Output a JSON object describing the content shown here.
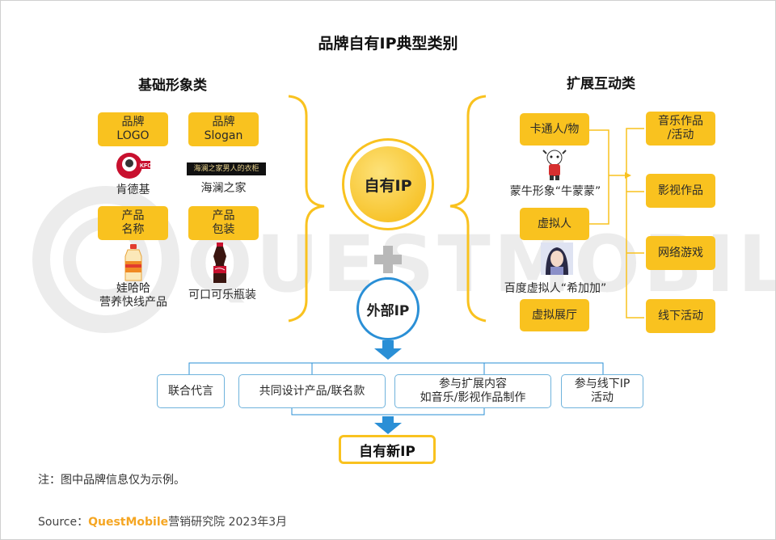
{
  "title": "品牌自有IP典型类别",
  "left_section": {
    "header": "基础形象类",
    "items": [
      {
        "label": "品牌\nLOGO",
        "caption": "肯德基"
      },
      {
        "label": "品牌\nSlogan",
        "caption": "海澜之家",
        "image_text": "海澜之家男人的衣柜"
      },
      {
        "label": "产品\n名称",
        "caption": "娃哈哈\n营养快线产品"
      },
      {
        "label": "产品\n包装",
        "caption": "可口可乐瓶装"
      }
    ]
  },
  "right_section": {
    "header": "扩展互动类",
    "left_items": [
      {
        "label": "卡通人/物",
        "caption": "蒙牛形象“牛蒙蒙”"
      },
      {
        "label": "虚拟人",
        "caption": "百度虚拟人“希加加”"
      },
      {
        "label": "虚拟展厅"
      }
    ],
    "right_items": [
      "音乐作品\n/活动",
      "影视作品",
      "网络游戏",
      "线下活动"
    ]
  },
  "center": {
    "own_ip": "自有IP",
    "external_ip": "外部IP"
  },
  "collab_boxes": [
    "联合代言",
    "共同设计产品/联名款",
    "参与扩展内容\n如音乐/影视作品制作",
    "参与线下IP\n活动"
  ],
  "result": "自有新IP",
  "note": "注：图中品牌信息仅为示例。",
  "source": {
    "prefix": "Source：",
    "brand": "QuestMobile",
    "suffix": "营销研究院 2023年3月"
  },
  "watermark": "QUESTMOBILE",
  "colors": {
    "yellow": "#f9c21f",
    "blue": "#2a8fd6",
    "arrow_blue": "#2a8fd6",
    "plus_gray": "#b8b8b8",
    "brand_orange": "#f5a623"
  }
}
